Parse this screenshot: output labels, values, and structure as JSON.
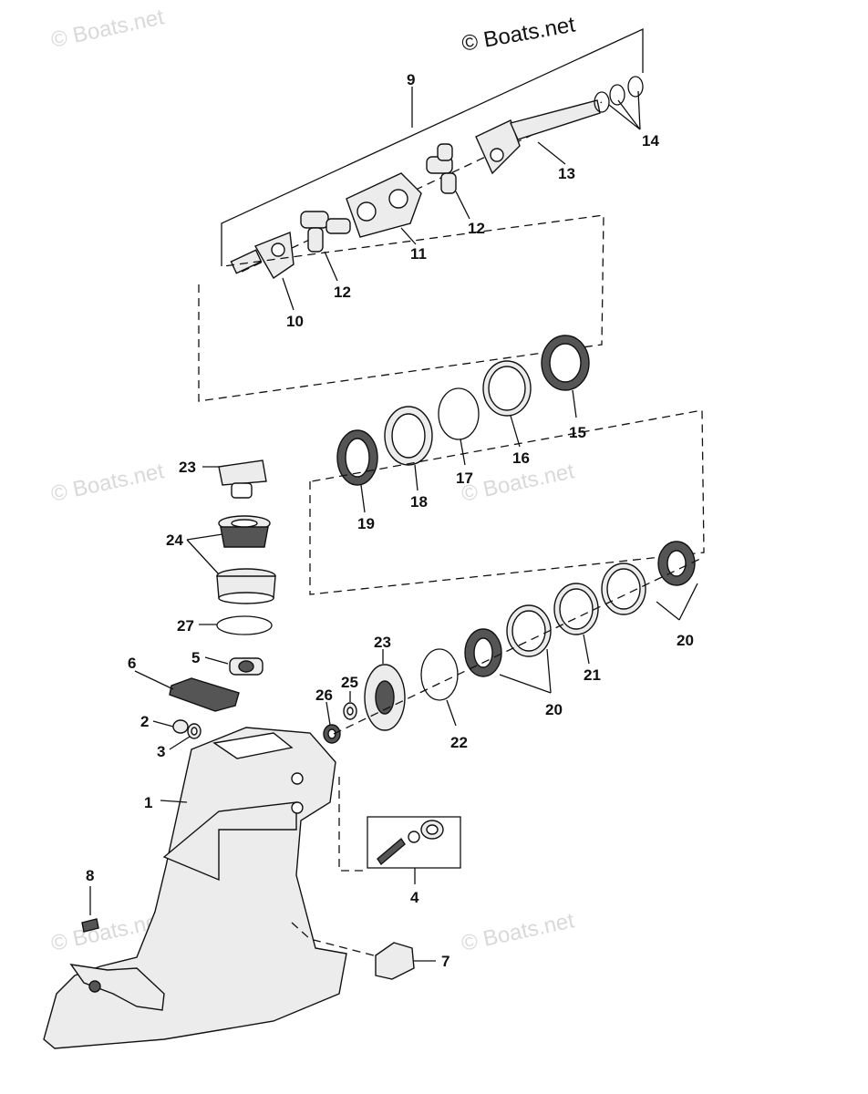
{
  "copyright": "© Boats.net",
  "watermark": "© Boats.net",
  "labels": {
    "p1": "1",
    "p2": "2",
    "p3": "3",
    "p4": "4",
    "p5": "5",
    "p6": "6",
    "p7": "7",
    "p8": "8",
    "p9": "9",
    "p10": "10",
    "p11": "11",
    "p12a": "12",
    "p12b": "12",
    "p13": "13",
    "p14": "14",
    "p15": "15",
    "p16": "16",
    "p17": "17",
    "p18": "18",
    "p19": "19",
    "p20a": "20",
    "p20b": "20",
    "p21": "21",
    "p22": "22",
    "p23a": "23",
    "p23b": "23",
    "p24": "24",
    "p25": "25",
    "p26": "26",
    "p27": "27"
  }
}
